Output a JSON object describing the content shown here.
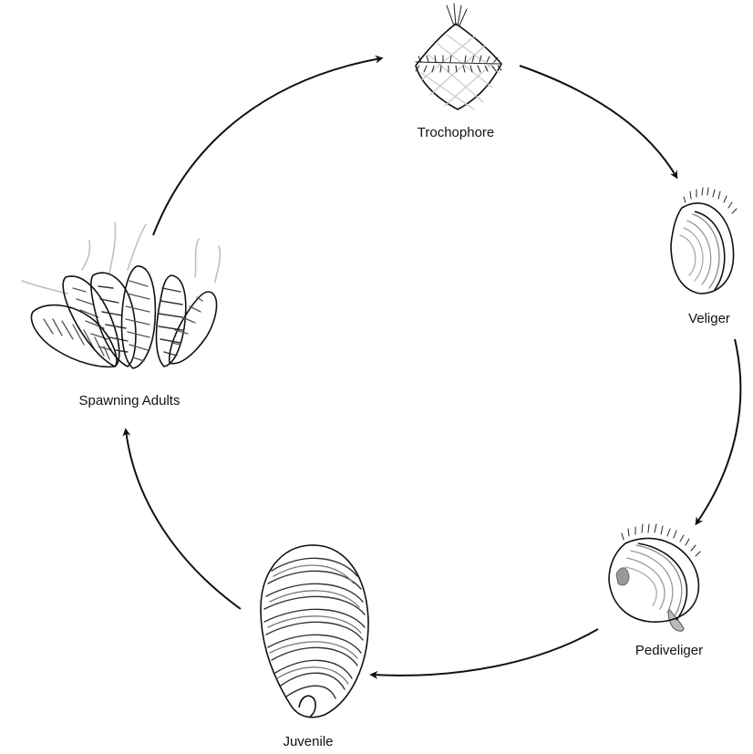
{
  "diagram": {
    "stages": [
      {
        "id": "trochophore",
        "label": "Trochophore"
      },
      {
        "id": "veliger",
        "label": "Veliger"
      },
      {
        "id": "pediveliger",
        "label": "Pediveliger"
      },
      {
        "id": "juvenile",
        "label": "Juvenile"
      },
      {
        "id": "spawning-adults",
        "label": "Spawning Adults"
      }
    ],
    "colors": {
      "line": "#111111",
      "shading": "#555555",
      "foot": "#bbbbbb",
      "wisps": "#bdbdbd"
    }
  }
}
